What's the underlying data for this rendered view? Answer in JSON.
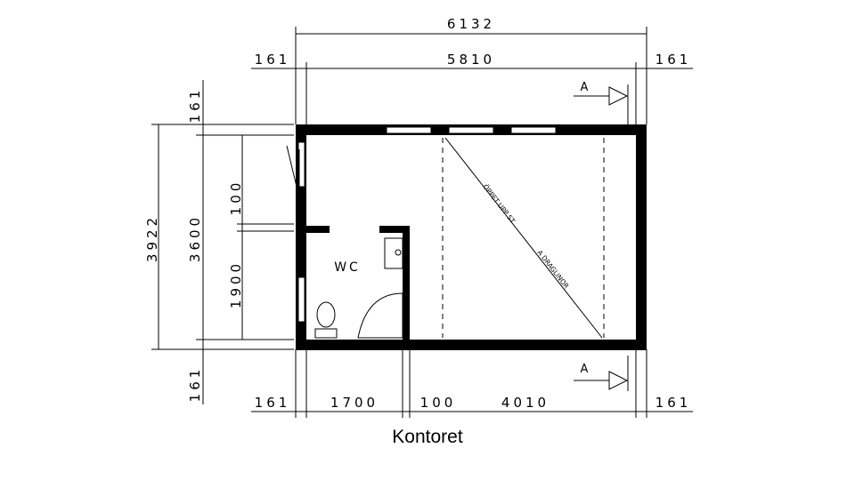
{
  "dimensions": {
    "overall_width": "6132",
    "inner_width": "5810",
    "left_wall_top": "161",
    "right_wall_top": "161",
    "left_wall_bottom": "161",
    "wc_width": "1700",
    "partition": "100",
    "office_width": "4010",
    "right_wall_bottom": "161",
    "overall_depth": "3922",
    "inner_depth": "3600",
    "top_wall": "161",
    "bottom_wall": "161",
    "door_segment": "100",
    "wc_depth": "1900"
  },
  "labels": {
    "section_top": "A",
    "section_bottom": "A",
    "wc": "WC",
    "note_part1": "ÖPPET UPP ST",
    "note_part2": "A DRAGLINOR"
  },
  "caption": "Kontoret"
}
